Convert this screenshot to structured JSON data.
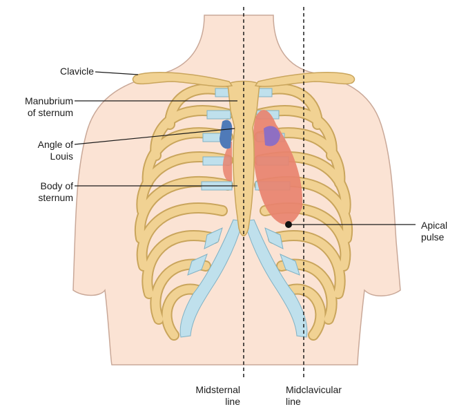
{
  "labels": {
    "clavicle": "Clavicle",
    "manubrium_1": "Manubrium",
    "manubrium_2": "of sternum",
    "angle_1": "Angle of",
    "angle_2": "Louis",
    "body_1": "Body of",
    "body_2": "sternum",
    "apical_1": "Apical",
    "apical_2": "pulse",
    "midsternal_1": "Midsternal",
    "midsternal_2": "line",
    "midclavicular_1": "Midclavicular",
    "midclavicular_2": "line"
  },
  "colors": {
    "skin": "#fbe3d4",
    "skin_outline": "#c9a898",
    "bone": "#f1d293",
    "bone_outline": "#c9a55c",
    "cartilage": "#bfe0ec",
    "cartilage_outline": "#7fb1c4",
    "heart": "#e8836f",
    "aorta_purple": "#8f6fc2",
    "vessel_blue": "#4f7ab8",
    "leader_line": "#1a1a1a"
  }
}
